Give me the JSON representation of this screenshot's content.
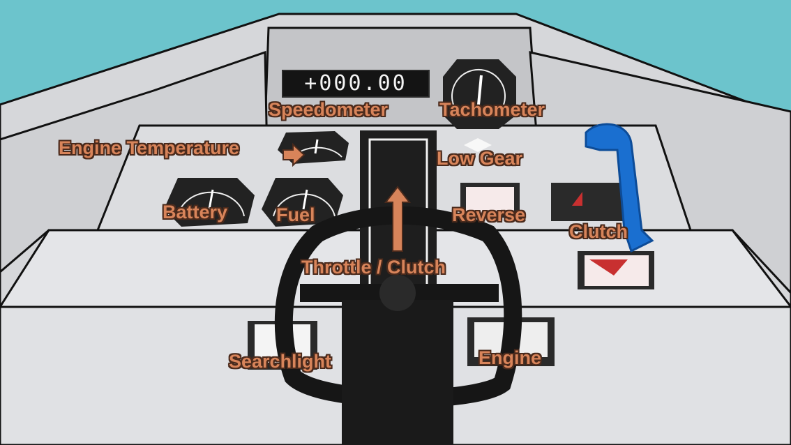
{
  "speedometer_display": "+000.00",
  "labels": {
    "speedometer": "Speedometer",
    "tachometer": "Tachometer",
    "engine_temperature": "Engine Temperature",
    "low_gear": "Low Gear",
    "battery": "Battery",
    "fuel": "Fuel",
    "reverse": "Reverse",
    "clutch": "Clutch",
    "throttle_clutch": "Throttle / Clutch",
    "searchlight": "Searchlight",
    "engine": "Engine"
  },
  "colors": {
    "sky": "#6cc4cc",
    "label": "#d8845a",
    "label_outline": "#4a2a1c",
    "lever": "#1a6fd0"
  }
}
